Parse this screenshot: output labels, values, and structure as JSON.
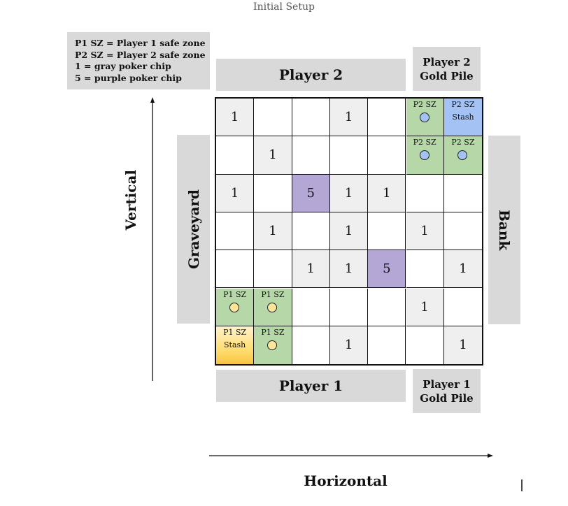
{
  "title": "Initial Setup",
  "legend": [
    "P1 SZ = Player 1 safe zone",
    "P2 SZ = Player 2 safe zone",
    "1 = gray poker chip",
    "5 = purple poker chip"
  ],
  "panels": {
    "player2": "Player 2",
    "player1": "Player 1",
    "player2_gold_line1": "Player 2",
    "player2_gold_line2": "Gold Pile",
    "player1_gold_line1": "Player 1",
    "player1_gold_line2": "Gold Pile",
    "graveyard": "Graveyard",
    "bank": "Bank"
  },
  "axes": {
    "vertical": "Vertical",
    "horizontal": "Horizontal"
  },
  "board": {
    "rows": [
      [
        {
          "type": "gray",
          "text": "1"
        },
        {
          "type": "empty"
        },
        {
          "type": "empty"
        },
        {
          "type": "gray",
          "text": "1"
        },
        {
          "type": "empty"
        },
        {
          "type": "green",
          "label": "P2 SZ",
          "dot": "blue"
        },
        {
          "type": "blue",
          "label": "P2 SZ",
          "stash": "Stash"
        }
      ],
      [
        {
          "type": "empty"
        },
        {
          "type": "gray",
          "text": "1"
        },
        {
          "type": "empty"
        },
        {
          "type": "empty"
        },
        {
          "type": "empty"
        },
        {
          "type": "green",
          "label": "P2 SZ",
          "dot": "blue"
        },
        {
          "type": "green",
          "label": "P2 SZ",
          "dot": "blue"
        }
      ],
      [
        {
          "type": "gray",
          "text": "1"
        },
        {
          "type": "empty"
        },
        {
          "type": "purple",
          "text": "5"
        },
        {
          "type": "gray",
          "text": "1"
        },
        {
          "type": "gray",
          "text": "1"
        },
        {
          "type": "empty"
        },
        {
          "type": "empty"
        }
      ],
      [
        {
          "type": "empty"
        },
        {
          "type": "gray",
          "text": "1"
        },
        {
          "type": "empty"
        },
        {
          "type": "gray",
          "text": "1"
        },
        {
          "type": "empty"
        },
        {
          "type": "gray",
          "text": "1"
        },
        {
          "type": "empty"
        }
      ],
      [
        {
          "type": "empty"
        },
        {
          "type": "empty"
        },
        {
          "type": "gray",
          "text": "1"
        },
        {
          "type": "gray",
          "text": "1"
        },
        {
          "type": "purple",
          "text": "5"
        },
        {
          "type": "empty"
        },
        {
          "type": "gray",
          "text": "1"
        }
      ],
      [
        {
          "type": "green",
          "label": "P1 SZ",
          "dot": "yellow"
        },
        {
          "type": "green",
          "label": "P1 SZ",
          "dot": "yellow"
        },
        {
          "type": "empty"
        },
        {
          "type": "empty"
        },
        {
          "type": "empty"
        },
        {
          "type": "gray",
          "text": "1"
        },
        {
          "type": "empty"
        }
      ],
      [
        {
          "type": "yellow",
          "label": "P1 SZ",
          "stash": "Stash"
        },
        {
          "type": "green",
          "label": "P1 SZ",
          "dot": "yellow"
        },
        {
          "type": "empty"
        },
        {
          "type": "gray",
          "text": "1"
        },
        {
          "type": "empty"
        },
        {
          "type": "empty"
        },
        {
          "type": "gray",
          "text": "1"
        }
      ]
    ]
  }
}
